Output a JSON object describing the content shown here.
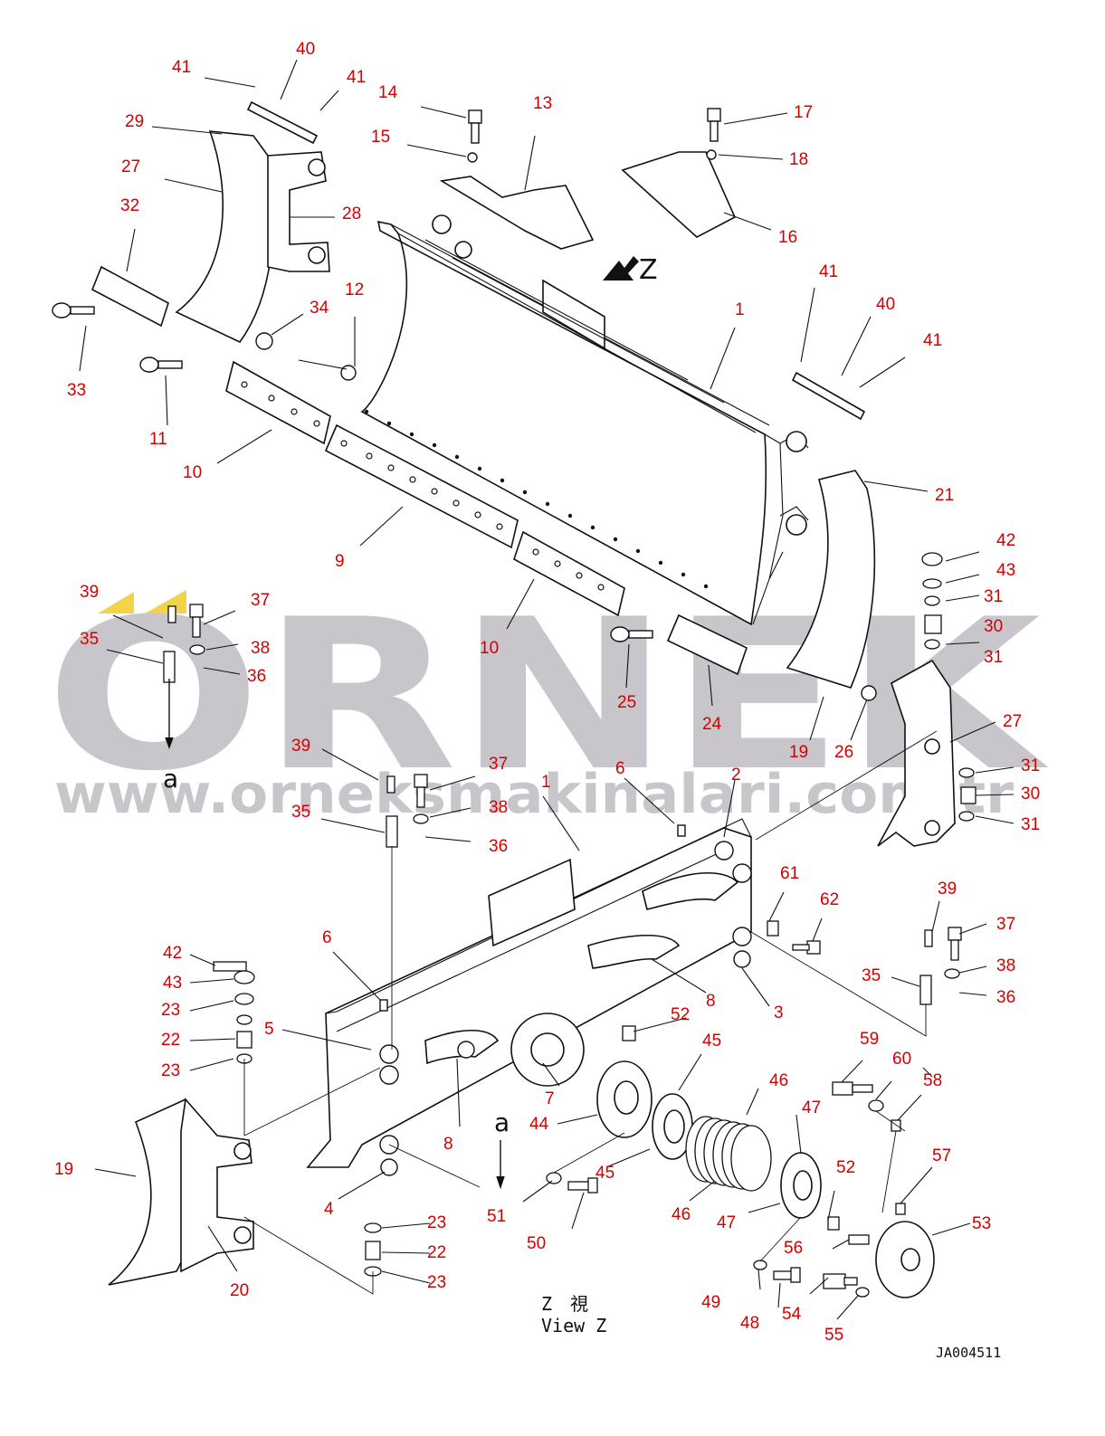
{
  "watermark": {
    "logo_text": "ORNEK",
    "url_text": "www.orneksmakinalari.com.tr",
    "logo_color": "#c9c6cb",
    "chevron_color": "#f2d44a"
  },
  "view_caption": {
    "line1": "Z　視",
    "line2": "View Z"
  },
  "drawing_code": "JA004511",
  "arrow_labels": {
    "view_z": "Z",
    "section_a_top": "a",
    "section_a_bottom": "a"
  },
  "callouts": [
    "1",
    "1",
    "2",
    "3",
    "4",
    "5",
    "6",
    "6",
    "7",
    "8",
    "8",
    "9",
    "10",
    "10",
    "11",
    "12",
    "13",
    "14",
    "15",
    "16",
    "17",
    "18",
    "19",
    "19",
    "20",
    "21",
    "22",
    "22",
    "23",
    "23",
    "23",
    "23",
    "24",
    "25",
    "26",
    "27",
    "27",
    "28",
    "29",
    "30",
    "30",
    "31",
    "31",
    "31",
    "31",
    "32",
    "33",
    "34",
    "35",
    "35",
    "35",
    "36",
    "36",
    "36",
    "37",
    "37",
    "37",
    "38",
    "38",
    "38",
    "39",
    "39",
    "39",
    "40",
    "40",
    "41",
    "41",
    "41",
    "41",
    "42",
    "42",
    "43",
    "43",
    "44",
    "45",
    "45",
    "46",
    "46",
    "47",
    "47",
    "48",
    "49",
    "50",
    "51",
    "52",
    "52",
    "53",
    "54",
    "55",
    "56",
    "57",
    "58",
    "59",
    "60",
    "61",
    "62"
  ],
  "colors": {
    "callout": "#d40000",
    "line": "#111111",
    "background": "#ffffff"
  }
}
